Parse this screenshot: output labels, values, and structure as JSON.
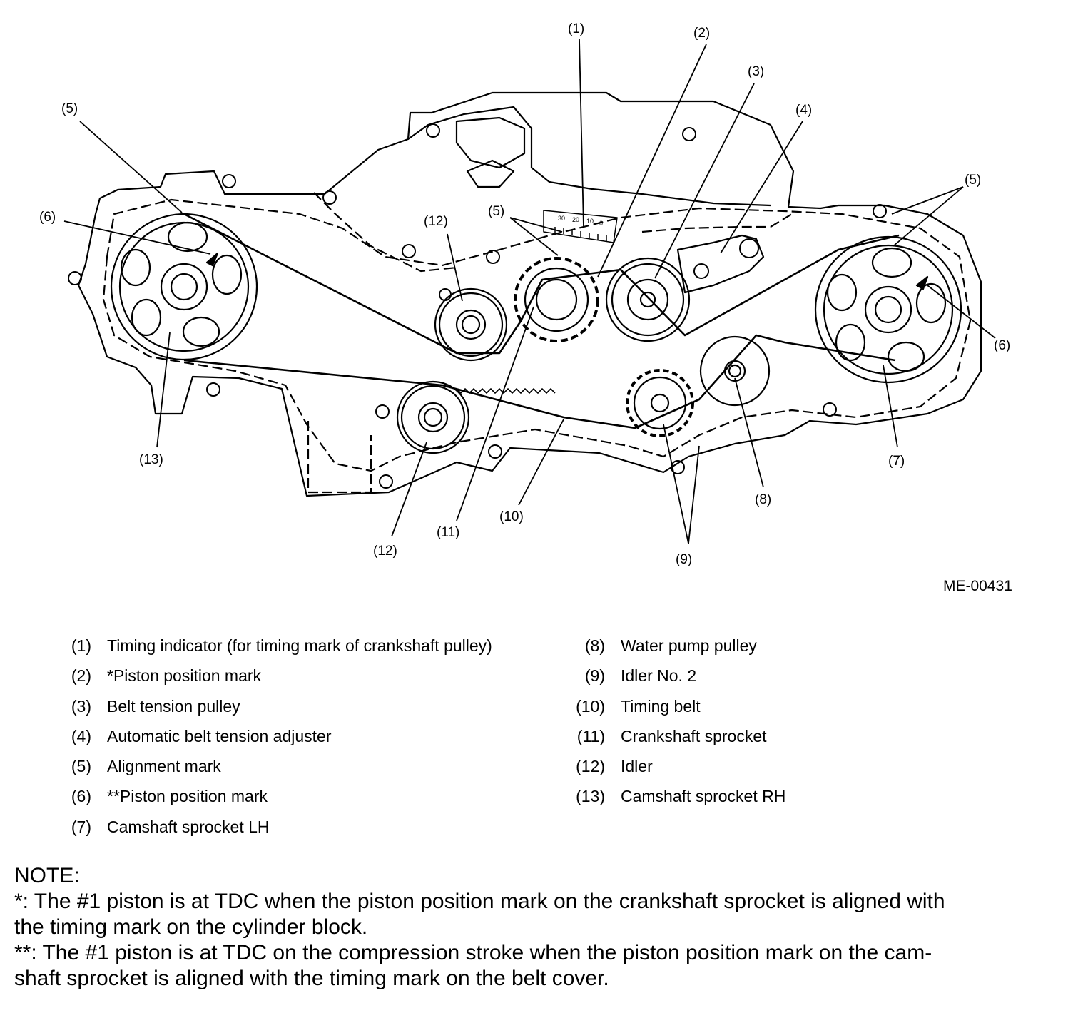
{
  "diagram": {
    "callouts": [
      "(1)",
      "(2)",
      "(3)",
      "(4)",
      "(5)",
      "(5)",
      "(5)",
      "(6)",
      "(6)",
      "(7)",
      "(8)",
      "(9)",
      "(10)",
      "(11)",
      "(12)",
      "(12)",
      "(13)"
    ],
    "timing_scale_labels": [
      "30",
      "20",
      "10",
      "0"
    ],
    "code": "ME-00431"
  },
  "legend": {
    "left": [
      {
        "num": "(1)",
        "text": "Timing indicator (for timing mark of crankshaft pulley)"
      },
      {
        "num": "(2)",
        "text": "*Piston position mark"
      },
      {
        "num": "(3)",
        "text": "Belt tension pulley"
      },
      {
        "num": "(4)",
        "text": "Automatic belt tension adjuster"
      },
      {
        "num": "(5)",
        "text": "Alignment mark"
      },
      {
        "num": "(6)",
        "text": "**Piston position mark"
      },
      {
        "num": "(7)",
        "text": "Camshaft sprocket LH"
      }
    ],
    "right": [
      {
        "num": "(8)",
        "text": "Water pump pulley"
      },
      {
        "num": "(9)",
        "text": "Idler No. 2"
      },
      {
        "num": "(10)",
        "text": "Timing belt"
      },
      {
        "num": "(11)",
        "text": "Crankshaft sprocket"
      },
      {
        "num": "(12)",
        "text": "Idler"
      },
      {
        "num": "(13)",
        "text": "Camshaft sprocket RH"
      }
    ]
  },
  "note": {
    "heading": "NOTE:",
    "line1": "*: The #1 piston is at TDC when the piston position mark on the crankshaft sprocket is aligned with",
    "line2": "the timing mark on the cylinder block.",
    "line3": "**: The #1 piston is at TDC on the compression stroke when the piston position mark on the cam-",
    "line4": "shaft sprocket is aligned with the timing mark on the belt cover."
  }
}
